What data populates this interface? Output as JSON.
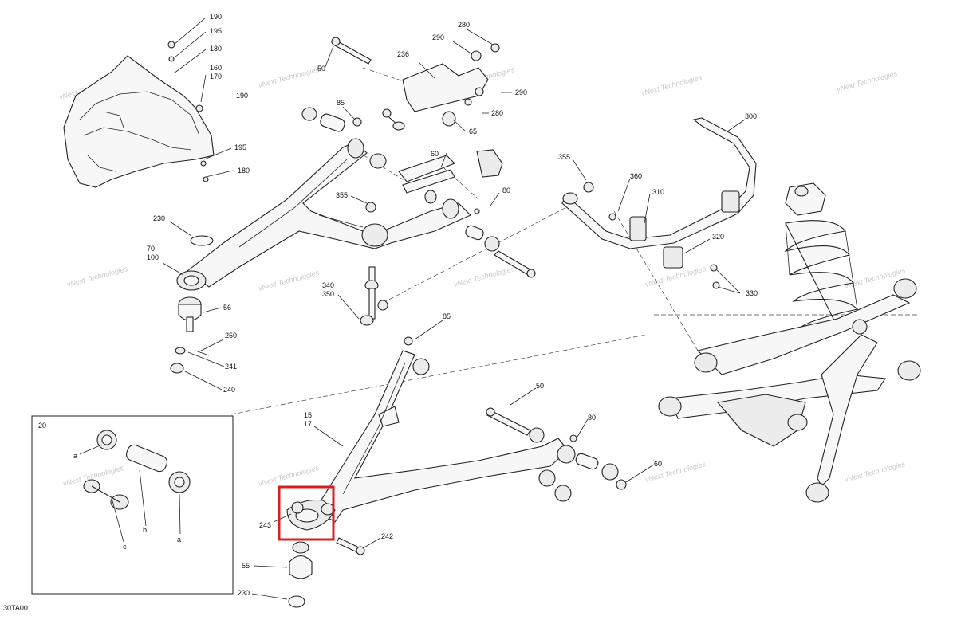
{
  "labels": {
    "l190a": "190",
    "l195a": "195",
    "l180a": "180",
    "l160": "160",
    "l170": "170",
    "l190b": "190",
    "l195b": "195",
    "l180b": "180",
    "l50a": "50",
    "l236": "236",
    "l280a": "280",
    "l290a": "290",
    "l290b": "290",
    "l280b": "280",
    "l85a": "85",
    "l65": "65",
    "l60a": "60",
    "l80a": "80",
    "l355a": "355",
    "l230a": "230",
    "l70": "70",
    "l100": "100",
    "l56": "56",
    "l250": "250",
    "l241": "241",
    "l240": "240",
    "l340": "340",
    "l350": "350",
    "l355b": "355",
    "l360": "360",
    "l310": "310",
    "l300": "300",
    "l320": "320",
    "l330": "330",
    "l85b": "85",
    "l15": "15",
    "l17": "17",
    "l50b": "50",
    "l80b": "80",
    "l60b": "60",
    "l243": "243",
    "l242": "242",
    "l55": "55",
    "l230b": "230",
    "l20": "20",
    "la1": "a",
    "lb": "b",
    "lc": "c",
    "la2": "a",
    "diagram_code": "30TA001"
  },
  "watermark": "vNext Technologies",
  "colors": {
    "highlight": "#d62020",
    "line": "#222222"
  }
}
